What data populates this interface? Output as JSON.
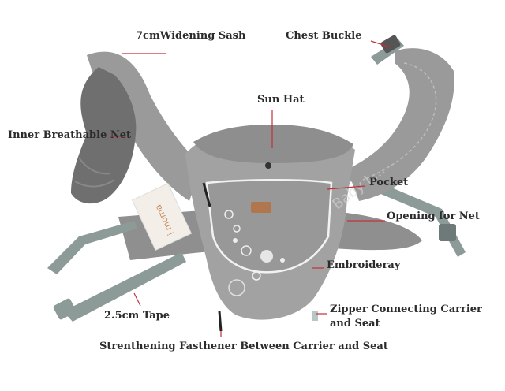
{
  "labels": {
    "widening_sash": "7cmWidening Sash",
    "chest_buckle": "Chest Buckle",
    "sun_hat": "Sun Hat",
    "inner_net": "Inner Breathable Net",
    "pocket": "Pocket",
    "opening_net": "Opening for  Net",
    "embroidery": "Embroideray",
    "tape": "2.5cm Tape",
    "zipper": "Zipper Connecting Carrier and Seat",
    "fastener": "Strenthening Fasthener Between Carrier and Seat"
  },
  "product": {
    "brand_tag": "i moma",
    "watermark": "Baby L..."
  },
  "colors": {
    "leader_line": "#c0303a",
    "fabric": "#9a9a9a",
    "fabric_dark": "#7c7c7c",
    "mesh": "#6f6f6f",
    "strap": "#8c9a98",
    "piping": "#f2f2f2",
    "label_patch": "#b0774e"
  }
}
